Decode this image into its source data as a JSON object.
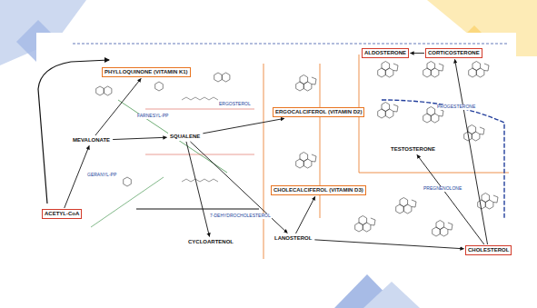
{
  "diagram": {
    "nodes": [
      {
        "text": [
          "ACETYL-CoA"
        ]
      },
      {
        "text": [
          "MEVALONATE"
        ]
      },
      {
        "text": [
          "PHYLLOQUINONE (VITAMIN K1)"
        ]
      },
      {
        "text": [
          "SQUALENE"
        ]
      },
      {
        "text": [
          "ERGOCALCIFEROL (VITAMIN D2)"
        ]
      },
      {
        "text": [
          "CHOLECALCIFEROL (VITAMIN D3)"
        ]
      },
      {
        "text": [
          "LANOSTEROL"
        ]
      },
      {
        "text": [
          "CYCLOARTENOL"
        ]
      },
      {
        "text": [
          "ALDOSTERONE"
        ]
      },
      {
        "text": [
          "CORTICOSTERONE"
        ]
      },
      {
        "text": [
          "TESTOSTERONE"
        ]
      },
      {
        "text": [
          "CHOLESTEROL"
        ]
      }
    ],
    "edges": [
      {
        "from": 0,
        "to": 1,
        "arrow": "to"
      },
      {
        "from": 1,
        "to": 2,
        "arrow": "to"
      },
      {
        "from": 1,
        "to": 3,
        "arrow": "to"
      },
      {
        "from": 3,
        "to": 4,
        "arrow": "to"
      },
      {
        "from": 3,
        "to": 7,
        "arrow": "to"
      },
      {
        "from": 3,
        "to": 6,
        "arrow": "to"
      },
      {
        "from": 6,
        "to": 5,
        "arrow": "to"
      },
      {
        "from": 6,
        "to": 11,
        "arrow": "to"
      },
      {
        "from": 11,
        "to": 10,
        "arrow": "to"
      },
      {
        "from": 11,
        "to": 9,
        "arrow": "to"
      },
      {
        "from": 9,
        "to": 8,
        "arrow": "to"
      }
    ],
    "labels": [
      "GERANYL-PP",
      "FARNESYL-PP",
      "ERGOSTEROL",
      "7-DEHYDROCHOLESTEROL",
      "PREGNENOLONE",
      "PROGESTERONE"
    ]
  }
}
